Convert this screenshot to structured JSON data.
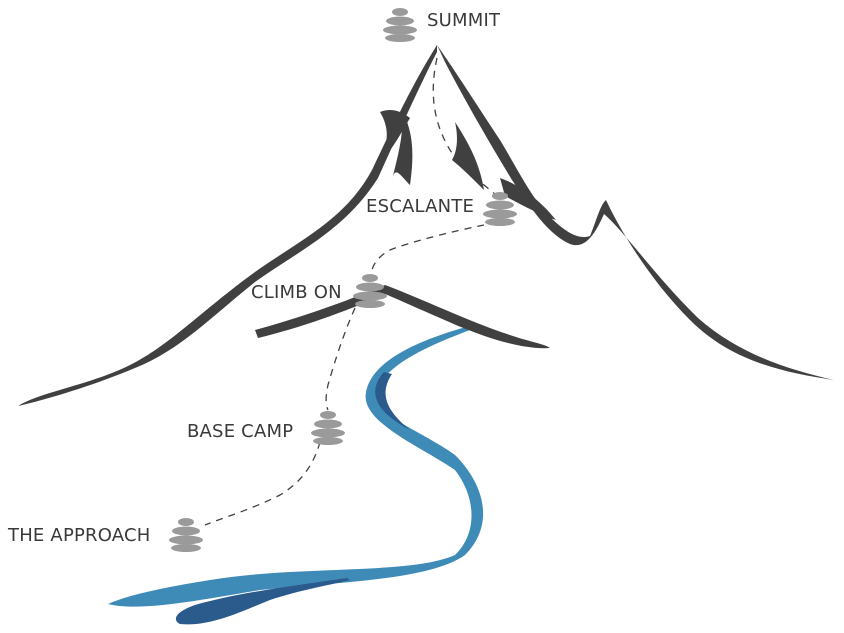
{
  "milestones": {
    "summit": "SUMMIT",
    "escalante": "ESCALANTE",
    "climb_on": "CLIMB ON",
    "base_camp": "BASE CAMP",
    "the_approach": "THE APPROACH"
  },
  "colors": {
    "mountain": "#404040",
    "cairn": "#9a9a9a",
    "trail": "#404040",
    "river_light": "#3f8bb8",
    "river_dark": "#2b5a8c",
    "text": "#3a3a3a"
  },
  "icons": {
    "cairn": "stacked-stones-icon"
  }
}
